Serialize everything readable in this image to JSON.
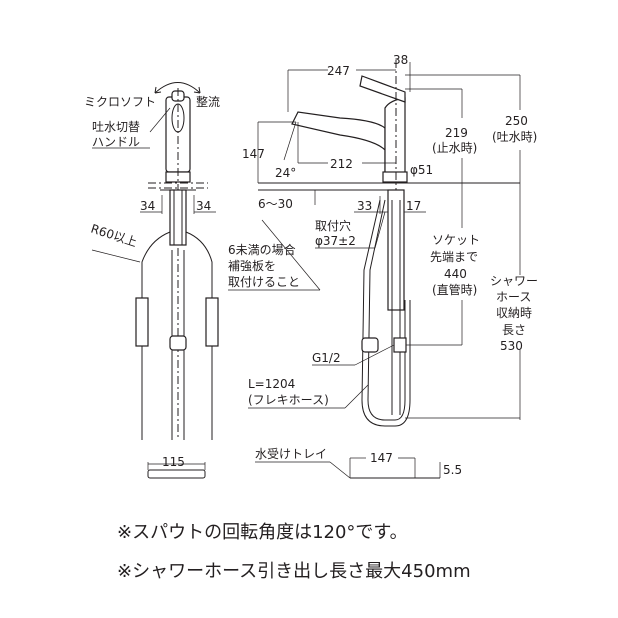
{
  "front_view": {
    "label_microsoft": "ミクロソフト",
    "label_seiryu": "整流",
    "label_handle_1": "吐水切替",
    "label_handle_2": "ハンドル",
    "dim_left": "34",
    "dim_right": "34",
    "label_radius": "R60以上",
    "tray_width": "115"
  },
  "side_view": {
    "dim_247": "247",
    "dim_38": "38",
    "dim_250": "250",
    "dim_250_note": "(吐水時)",
    "dim_219": "219",
    "dim_219_note": "(止水時)",
    "dim_147": "147",
    "angle": "24°",
    "dim_212": "212",
    "dia_51": "φ51",
    "counter_thickness": "6〜30",
    "dim_33": "33",
    "dim_17": "17",
    "hole_label": "取付穴",
    "hole_dia": "φ37±2",
    "reinforce_1": "6未満の場合",
    "reinforce_2": "補強板を",
    "reinforce_3": "取付けること",
    "socket_1": "ソケット",
    "socket_2": "先端まで",
    "socket_3": "440",
    "socket_4": "(直管時)",
    "hose_1": "シャワー",
    "hose_2": "ホース",
    "hose_3": "収納時",
    "hose_4": "長さ",
    "hose_5": "530",
    "thread": "G1/2",
    "flex_len": "L=1204",
    "flex_label": "(フレキホース)",
    "tray_label": "水受けトレイ",
    "tray_width": "147",
    "tray_height": "5.5"
  },
  "notes": [
    "※スパウトの回転角度は120°です。",
    "※シャワーホース引き出し長さ最大450mm"
  ]
}
